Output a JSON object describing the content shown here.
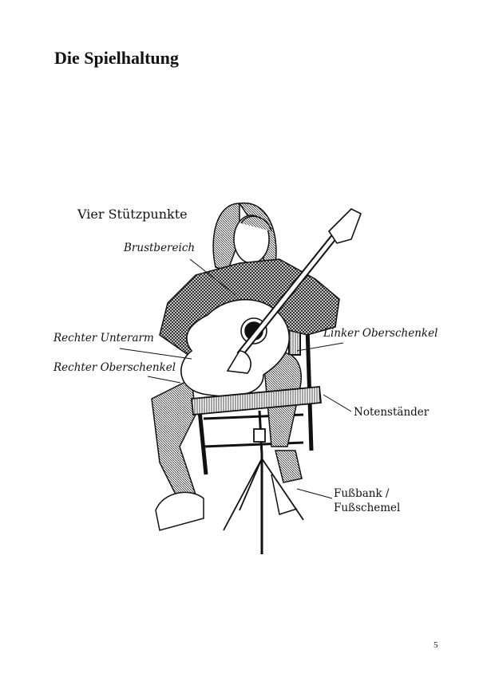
{
  "page": {
    "title": "Die Spielhaltung",
    "page_number": "5"
  },
  "figure": {
    "subtitle": "Vier Stützpunkte",
    "labels": {
      "brustbereich": "Brustbereich",
      "rechter_unterarm": "Rechter Unterarm",
      "rechter_oberschenkel": "Rechter Oberschenkel",
      "linker_oberschenkel": "Linker Oberschenkel",
      "notenstaender": "Notenständer",
      "fussbank_line1": "Fußbank /",
      "fussbank_line2": "Fußschemel"
    }
  }
}
